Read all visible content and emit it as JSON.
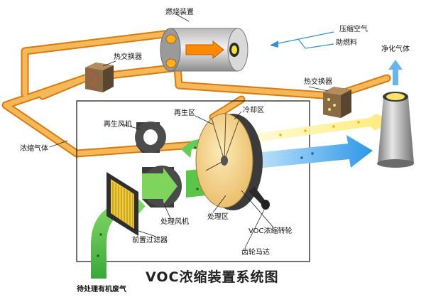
{
  "labels": {
    "burner": "燃烧装置",
    "compressed_air": "压缩空气",
    "auxiliary_fuel": "助燃料",
    "clean_gas": "净化气体",
    "heat_exchanger_left": "热交换器",
    "heat_exchanger_right": "热交换器",
    "regen_fan": "再生风机",
    "regen_zone": "再生区",
    "cooling_zone": "冷却区",
    "concentrated_gas": "浓缩气体",
    "process_fan": "处理风机",
    "process_zone": "处理区",
    "voc_rotor": "VOC浓缩转轮",
    "pre_filter": "前置过滤器",
    "gear_motor": "齿轮马达",
    "inlet_gas": "待处理有机废气"
  },
  "title": "VOC浓缩装置系统图",
  "colors": {
    "pipe_orange": "#f0a030",
    "pipe_edge": "#d77a10",
    "green_flow": "#4cc04c",
    "blue_flow": "#4fb0f0",
    "yellow_flow": "#fff27a",
    "rotor": "#f6d48a"
  }
}
